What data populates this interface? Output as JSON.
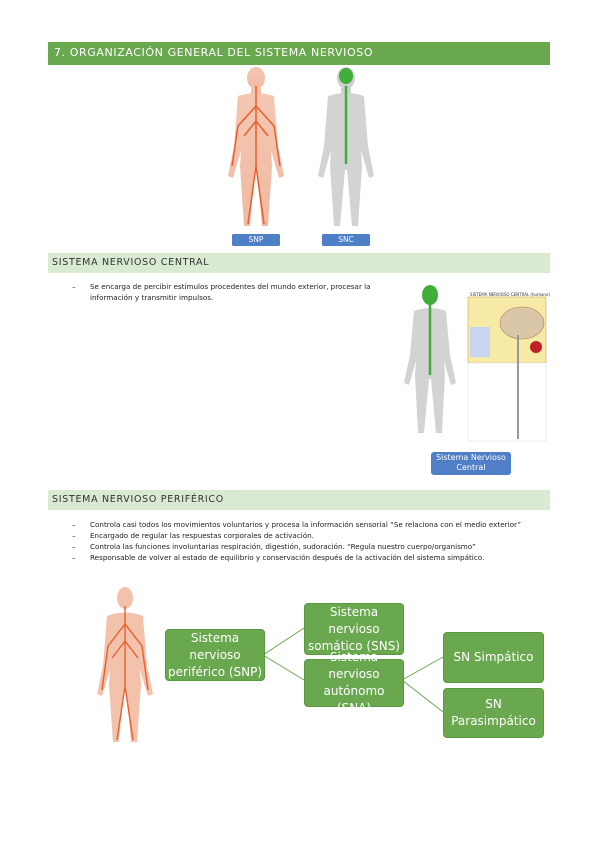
{
  "header": {
    "title": "7. ORGANIZACIÓN GENERAL DEL SISTEMA NERVIOSO"
  },
  "figure_top": {
    "label_left": "SNP",
    "label_right": "SNC"
  },
  "snc": {
    "heading": "SISTEMA NERVIOSO CENTRAL",
    "bullets": [
      "Se encarga de percibir estímulos procedentes del mundo exterior, procesar la información y transmitir impulsos."
    ],
    "figure_label": "Sistema Nervioso Central",
    "diagram_title": "SISTEMA NERVIOSO CENTRAL (humano)"
  },
  "snp": {
    "heading": "SISTEMA NERVIOSO PERIFÉRICO",
    "bullets": [
      "Controla casi todos los movimientos voluntarios y procesa la información sensorial “Se relaciona con el medio exterior”",
      "Encargado de regular las respuestas corporales de activación.",
      "Controla las funciones involuntarias respiración, digestión, sudoración. “Regula nuestro cuerpo/organismo”",
      "Responsable de volver al estado de equilibrio y conservación después de la activación del sistema simpático."
    ]
  },
  "tree": {
    "root": "Sistema nervioso periférico (SNP)",
    "somatic": "Sistema nervioso somático (SNS)",
    "autonomic": "Sistema nervioso autónomo (SNA)",
    "sympathetic": "SN Simpático",
    "parasympathetic": "SN Parasimpático"
  },
  "colors": {
    "accent": "#6aa84f",
    "section_bg": "#d9ead3",
    "badge": "#4f7fc6",
    "nerve_red": "#e8602c",
    "nerve_green": "#3fae3a"
  }
}
